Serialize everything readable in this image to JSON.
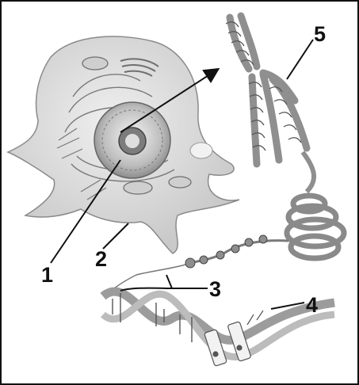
{
  "labels": {
    "l1": "1",
    "l2": "2",
    "l3": "3",
    "l4": "4",
    "l5": "5"
  },
  "colors": {
    "cell_fill": "#dcdcdc",
    "cell_stroke": "#8a8a8a",
    "organelle": "#6f6f6f",
    "chromosome": "#9a9a9a",
    "dna": "#9c9c9c",
    "leader": "#111111"
  }
}
